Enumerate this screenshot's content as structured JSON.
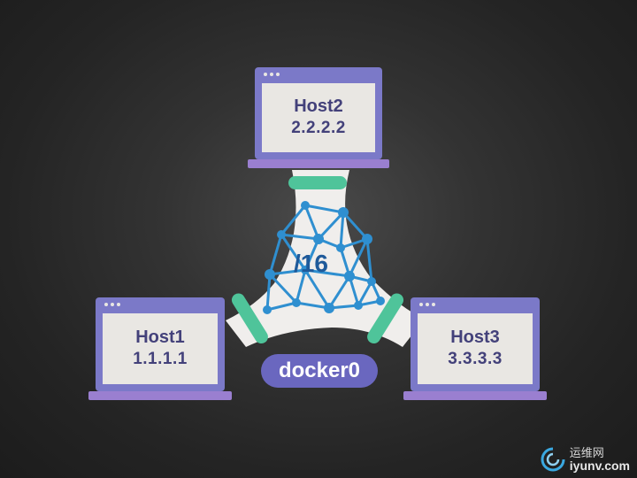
{
  "hosts": [
    {
      "name": "Host1",
      "ip": "1.1.1.1"
    },
    {
      "name": "Host2",
      "ip": "2.2.2.2"
    },
    {
      "name": "Host3",
      "ip": "3.3.3.3"
    }
  ],
  "bridge_label": "docker0",
  "subnet_label": "/16",
  "watermark": {
    "cn": "运维网",
    "en": "iyunv.com"
  },
  "colors": {
    "laptop": "#7b79c8",
    "laptop_base": "#9a7fd0",
    "screen": "#e9e7e3",
    "connector": "#4fc49a",
    "mesh": "#2f8fd0",
    "pill": "#6a67bf"
  }
}
